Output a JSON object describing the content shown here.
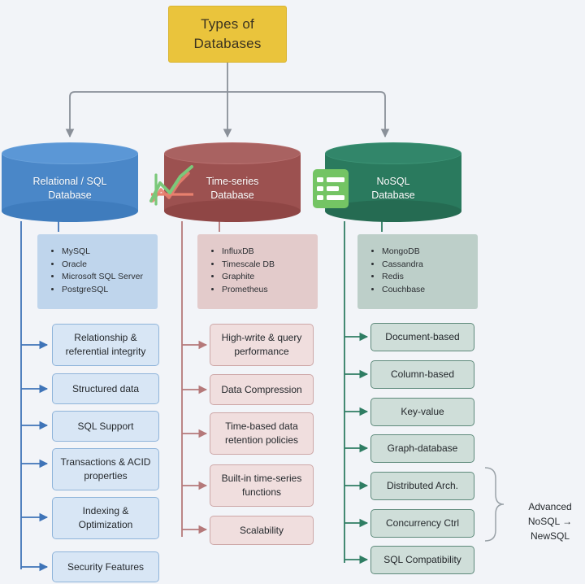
{
  "title": {
    "line1": "Types of",
    "line2": "Databases"
  },
  "colors": {
    "background": "#f2f4f8",
    "title_fill": "#eac43c",
    "sql_accent": "#4a87c8",
    "timeseries_accent": "#9c5150",
    "nosql_accent": "#2a7a5e"
  },
  "branches": [
    {
      "id": "sql",
      "cylinder": {
        "line1": "Relational / SQL",
        "line2": "Database"
      },
      "icon": null,
      "examples": [
        "MySQL",
        "Oracle",
        "Microsoft SQL Server",
        "PostgreSQL"
      ],
      "features": [
        "Relationship & referential integrity",
        "Structured data",
        "SQL Support",
        "Transactions & ACID properties",
        "Indexing & Optimization",
        "Security Features"
      ]
    },
    {
      "id": "timeseries",
      "cylinder": {
        "line1": "Time-series",
        "line2": "Database"
      },
      "icon": "line-chart-icon",
      "examples": [
        "InfluxDB",
        "Timescale DB",
        "Graphite",
        "Prometheus"
      ],
      "features": [
        "High-write & query performance",
        "Data Compression",
        "Time-based data retention policies",
        "Built-in time-series functions",
        "Scalability"
      ]
    },
    {
      "id": "nosql",
      "cylinder": {
        "line1": "NoSQL",
        "line2": "Database"
      },
      "icon": "document-list-icon",
      "examples": [
        "MongoDB",
        "Cassandra",
        "Redis",
        "Couchbase"
      ],
      "features": [
        "Document-based",
        "Column-based",
        "Key-value",
        "Graph-database",
        "Distributed Arch.",
        "Concurrency Ctrl",
        "SQL Compatibility"
      ]
    }
  ],
  "annotation": {
    "line1": "Advanced",
    "line2": "NoSQL →",
    "line3": "NewSQL"
  }
}
